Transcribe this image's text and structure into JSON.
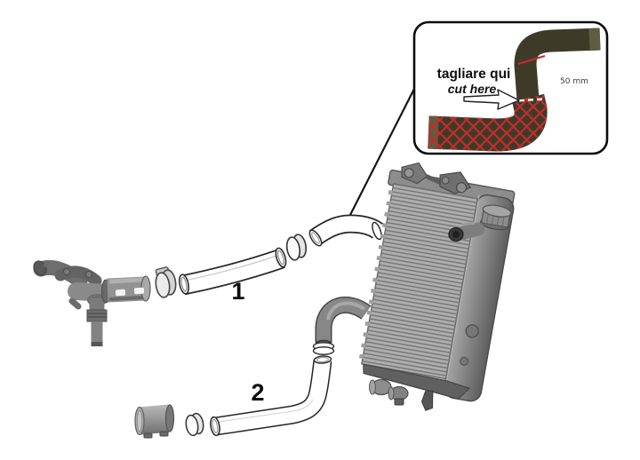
{
  "callout": {
    "label_italian": "tagliare qui",
    "label_english": "cut here",
    "measurement": "50 mm",
    "colors": {
      "border": "#0d0d0d",
      "hose_body": "#3d3b28",
      "hose_end": "#5e5c43",
      "cut_marking_red": "#c52b2b"
    }
  },
  "parts": {
    "label_1": "1",
    "label_2": "2"
  },
  "colors": {
    "background": "#ffffff",
    "part_gray": "#8a8a8a",
    "line_art": "#252525"
  }
}
